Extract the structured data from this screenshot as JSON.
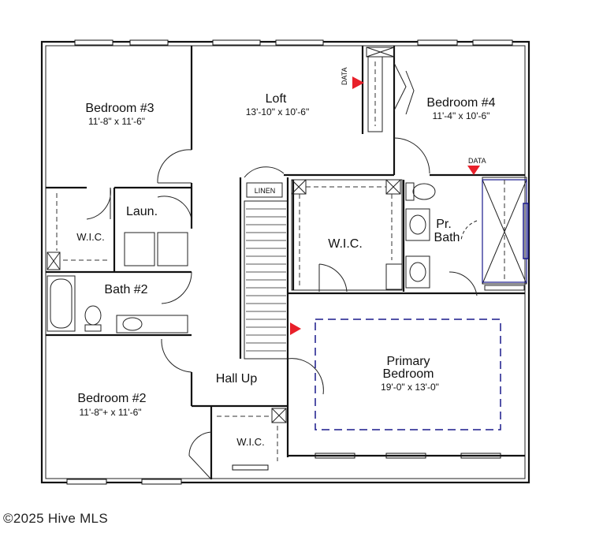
{
  "rooms": {
    "bedroom3": {
      "name": "Bedroom #3",
      "dims": "11'-8\" x 11'-6\""
    },
    "loft": {
      "name": "Loft",
      "dims": "13'-10\" x 10'-6\""
    },
    "bedroom4": {
      "name": "Bedroom #4",
      "dims": "11'-4\" x 10'-6\""
    },
    "linen": {
      "name": "LINEN"
    },
    "laundry": {
      "name": "Laun."
    },
    "wic_left": {
      "name": "W.I.C."
    },
    "wic_center": {
      "name": "W.I.C."
    },
    "pr_bath": {
      "line1": "Pr.",
      "line2": "Bath"
    },
    "bath2": {
      "name": "Bath #2"
    },
    "hall": {
      "name": "Hall Up"
    },
    "primary": {
      "line1": "Primary",
      "line2": "Bedroom",
      "dims": "19'-0\" x 13'-0\""
    },
    "bedroom2": {
      "name": "Bedroom #2",
      "dims": "11'-8\"+ x 11'-6\""
    },
    "wic_bottom": {
      "name": "W.I.C."
    }
  },
  "markers": {
    "data_label": "DATA"
  },
  "colors": {
    "marker": "#e8202a",
    "accent": "#1a1a8c"
  },
  "footer": {
    "copyright": "©2025 Hive MLS"
  }
}
